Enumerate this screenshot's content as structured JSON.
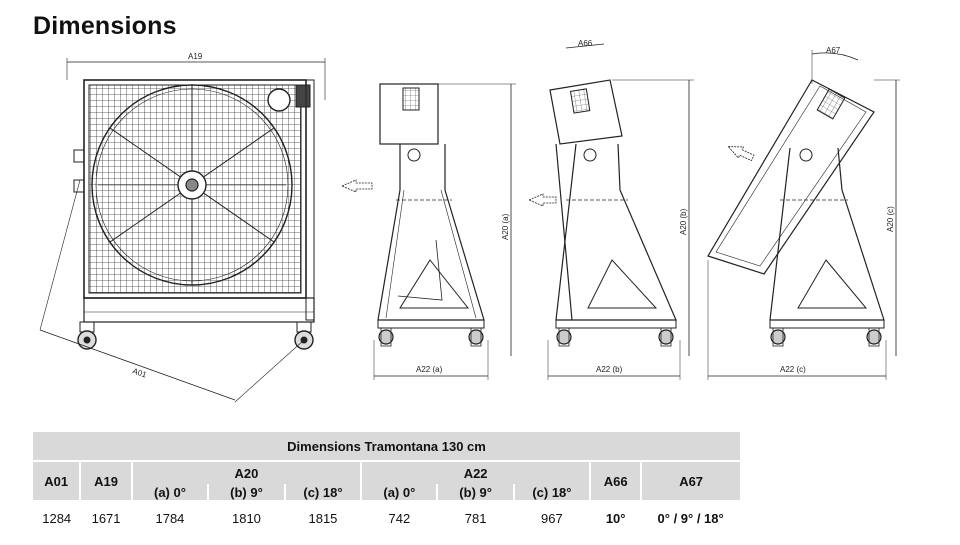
{
  "page": {
    "title": "Dimensions"
  },
  "drawing_labels": {
    "a19": "A19",
    "a01": "A01",
    "a20a": "A20 (a)",
    "a20b": "A20 (b)",
    "a20c": "A20 (c)",
    "a22a": "A22 (a)",
    "a22b": "A22 (b)",
    "a22c": "A22 (c)",
    "a66": "A66",
    "a67": "A67"
  },
  "table": {
    "title": "Dimensions Tramontana 130 cm",
    "headers": {
      "a01": "A01",
      "a19": "A19",
      "a20": "A20",
      "a22": "A22",
      "a66": "A66",
      "a67": "A67"
    },
    "subheaders": {
      "a20_a": "(a) 0°",
      "a20_b": "(b) 9°",
      "a20_c": "(c) 18°",
      "a22_a": "(a) 0°",
      "a22_b": "(b) 9°",
      "a22_c": "(c) 18°"
    },
    "values": {
      "a01": "1284",
      "a19": "1671",
      "a20_a": "1784",
      "a20_b": "1810",
      "a20_c": "1815",
      "a22_a": "742",
      "a22_b": "781",
      "a22_c": "967",
      "a66": "10°",
      "a67": "0° / 9° / 18°"
    }
  }
}
